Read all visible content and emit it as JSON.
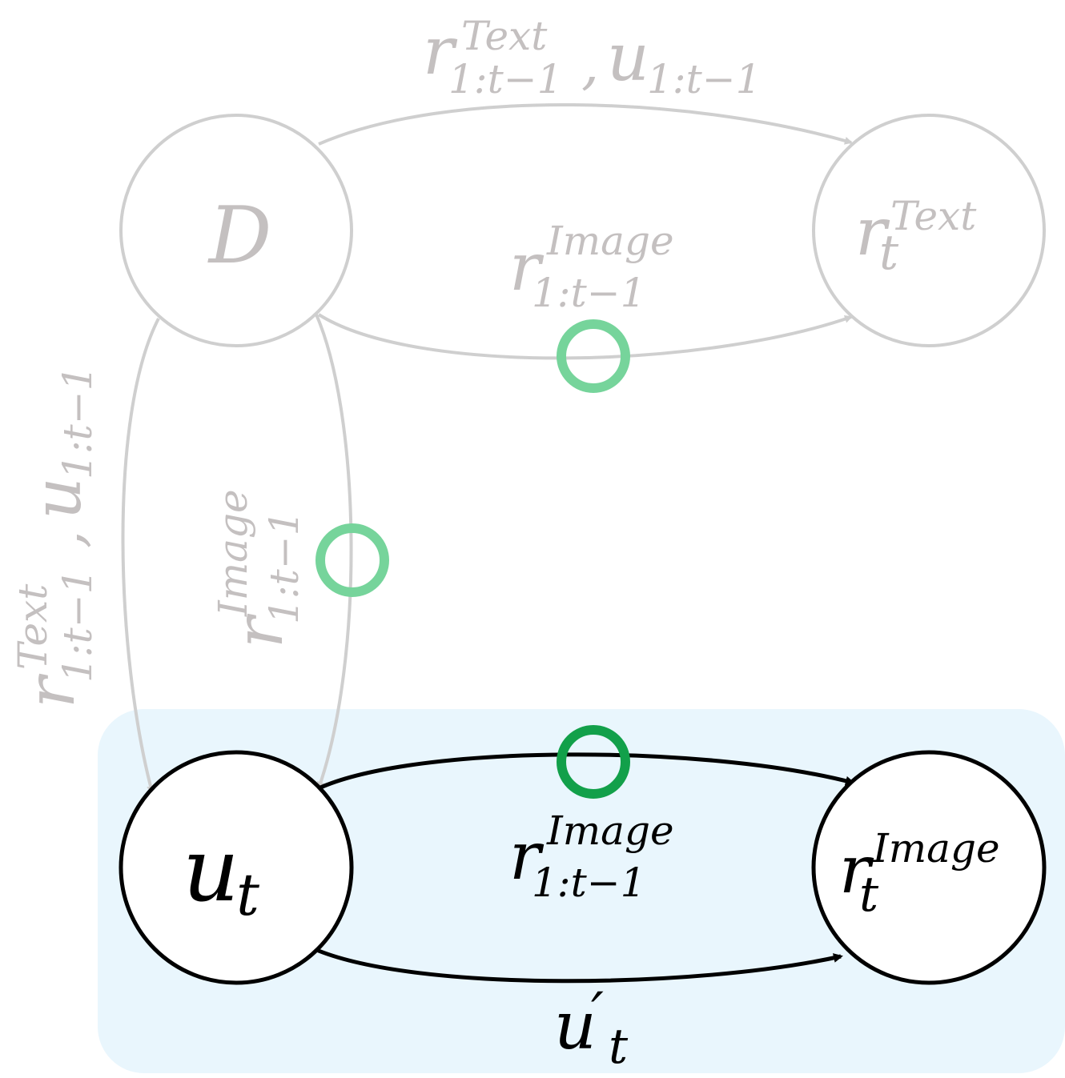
{
  "colors": {
    "faded_node": "#cfcfcf",
    "faded_text": "#c4c0c0",
    "active": "#000000",
    "highlight_panel": "#e9f6fd",
    "marker_faded": "#76d49b",
    "marker_active": "#12a04a"
  },
  "nodes": {
    "D": {
      "label": "D"
    },
    "r_text": {
      "base": "r",
      "sup": "Text",
      "sub": "t"
    },
    "u_t": {
      "base": "u",
      "sub": "t"
    },
    "r_image": {
      "base": "r",
      "sup": "Image",
      "sub": "t"
    }
  },
  "edge_labels": {
    "top": {
      "r_base": "r",
      "r_sup": "Text",
      "r_sub": "1:t−1",
      "sep": ",",
      "u_base": "u",
      "u_sub": "1:t−1"
    },
    "middle": {
      "base": "r",
      "sup": "Image",
      "sub": "1:t−1"
    },
    "left": {
      "r_base": "r",
      "r_sup": "Text",
      "r_sub": "1:t−1",
      "sep": ",",
      "u_base": "u",
      "u_sub": "1:t−1"
    },
    "inner": {
      "base": "r",
      "sup": "Image",
      "sub": "1:t−1"
    },
    "bottom_upper": {
      "base": "r",
      "sup": "Image",
      "sub": "1:t−1"
    },
    "bottom_lower": {
      "base": "u",
      "prime": "′",
      "sub": "t"
    }
  }
}
